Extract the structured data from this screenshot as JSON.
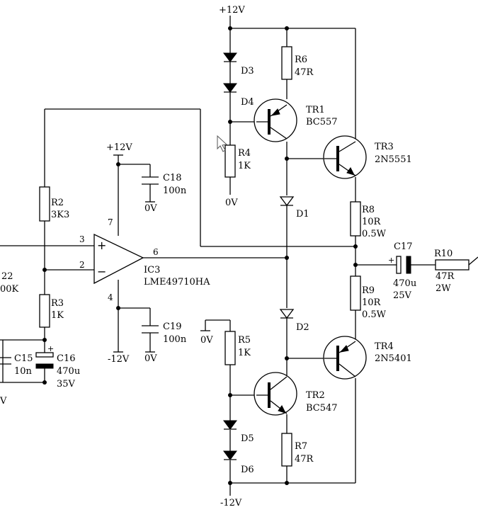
{
  "supplies": {
    "pos_top": "+12V",
    "pos_ic": "+12V",
    "neg_ic": "-12V",
    "neg_bottom": "-12V"
  },
  "grounds": {
    "r4": "0V",
    "c18": "0V",
    "c19": "0V",
    "r5": "0V",
    "left": "V"
  },
  "ic3": {
    "ref": "IC3",
    "part": "LME49710HA",
    "pin_inv": "2",
    "pin_noninv": "3",
    "pin_out": "6",
    "pin_vpos": "7",
    "pin_vneg": "4",
    "plus": "+",
    "minus": "−"
  },
  "left_clip": {
    "ref": "22",
    "value": "00K"
  },
  "r2": {
    "ref": "R2",
    "value": "3K3"
  },
  "r3": {
    "ref": "R3",
    "value": "1K"
  },
  "r4": {
    "ref": "R4",
    "value": "1K"
  },
  "r5": {
    "ref": "R5",
    "value": "1K"
  },
  "r6": {
    "ref": "R6",
    "value": "47R"
  },
  "r7": {
    "ref": "R7",
    "value": "47R"
  },
  "r8": {
    "ref": "R8",
    "value": "10R",
    "power": "0.5W"
  },
  "r9": {
    "ref": "R9",
    "value": "10R",
    "power": "0.5W"
  },
  "r10": {
    "ref": "R10",
    "value": "47R",
    "power": "2W"
  },
  "c15": {
    "ref": "C15",
    "value": "10n"
  },
  "c16": {
    "ref": "C16",
    "value": "470u",
    "voltage": "35V",
    "plus": "+"
  },
  "c17": {
    "ref": "C17",
    "value": "470u",
    "voltage": "25V",
    "plus": "+"
  },
  "c18": {
    "ref": "C18",
    "value": "100n"
  },
  "c19": {
    "ref": "C19",
    "value": "100n"
  },
  "d1": {
    "ref": "D1"
  },
  "d2": {
    "ref": "D2"
  },
  "d3": {
    "ref": "D3"
  },
  "d4": {
    "ref": "D4"
  },
  "d5": {
    "ref": "D5"
  },
  "d6": {
    "ref": "D6"
  },
  "tr1": {
    "ref": "TR1",
    "part": "BC557"
  },
  "tr2": {
    "ref": "TR2",
    "part": "BC547"
  },
  "tr3": {
    "ref": "TR3",
    "part": "2N5551"
  },
  "tr4": {
    "ref": "TR4",
    "part": "2N5401"
  }
}
